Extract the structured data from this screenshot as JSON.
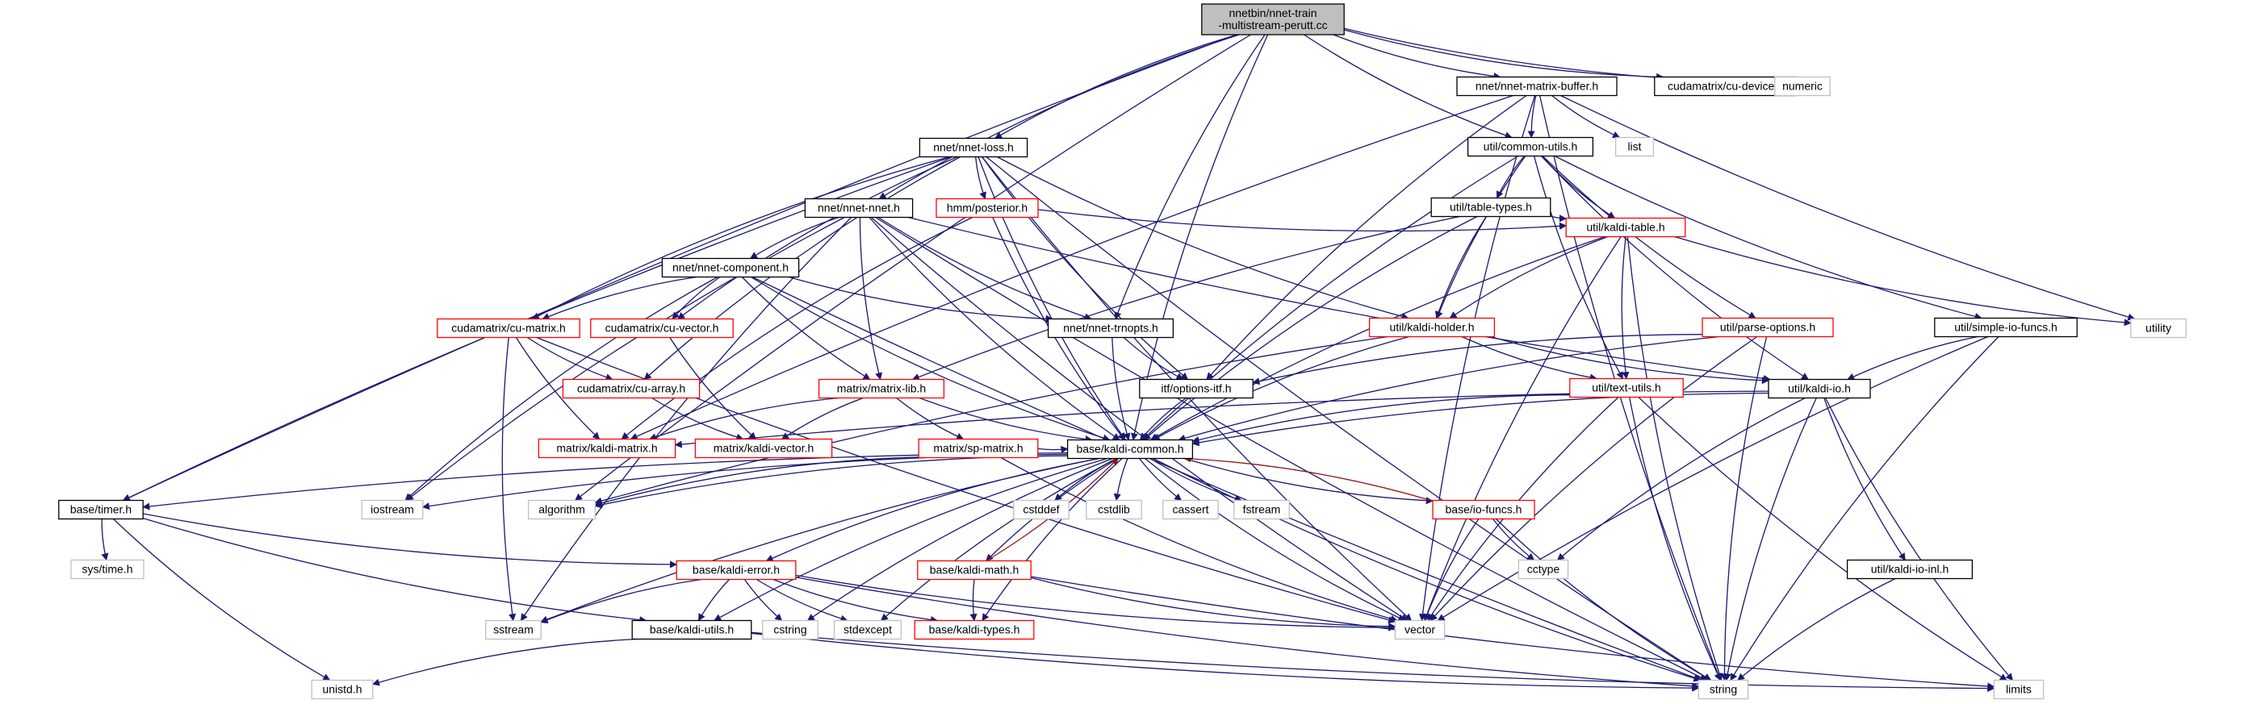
{
  "graph": {
    "root": "nnetbin/nnet-train-multistream-perutt.cc",
    "colors": {
      "root_fill": "#bfbfbf",
      "root_border": "#000000",
      "documented_border": "#000000",
      "with_members_border": "#ff0000",
      "external_border": "#bfbfbf",
      "edge": "#191970",
      "edge_reverse": "#8b1a1a"
    },
    "nodes": [
      {
        "id": "root",
        "lines": [
          "nnetbin/nnet-train",
          "-multistream-perutt.cc"
        ],
        "kind": "root"
      },
      {
        "id": "cudevice",
        "lines": [
          "cudamatrix/cu-device.h"
        ],
        "kind": "doc"
      },
      {
        "id": "numeric",
        "lines": [
          "numeric"
        ],
        "kind": "ext"
      },
      {
        "id": "nnetmatrixbuffer",
        "lines": [
          "nnet/nnet-matrix-buffer.h"
        ],
        "kind": "doc"
      },
      {
        "id": "nnetloss",
        "lines": [
          "nnet/nnet-loss.h"
        ],
        "kind": "doc"
      },
      {
        "id": "commonutils",
        "lines": [
          "util/common-utils.h"
        ],
        "kind": "doc"
      },
      {
        "id": "list",
        "lines": [
          "list"
        ],
        "kind": "ext"
      },
      {
        "id": "nnetnnet",
        "lines": [
          "nnet/nnet-nnet.h"
        ],
        "kind": "doc"
      },
      {
        "id": "posterior",
        "lines": [
          "hmm/posterior.h"
        ],
        "kind": "red"
      },
      {
        "id": "tabletypes",
        "lines": [
          "util/table-types.h"
        ],
        "kind": "doc"
      },
      {
        "id": "kalditable",
        "lines": [
          "util/kaldi-table.h"
        ],
        "kind": "red"
      },
      {
        "id": "nnetcomponent",
        "lines": [
          "nnet/nnet-component.h"
        ],
        "kind": "doc"
      },
      {
        "id": "cumatrix",
        "lines": [
          "cudamatrix/cu-matrix.h"
        ],
        "kind": "red"
      },
      {
        "id": "cuvector",
        "lines": [
          "cudamatrix/cu-vector.h"
        ],
        "kind": "red"
      },
      {
        "id": "nnettrnopts",
        "lines": [
          "nnet/nnet-trnopts.h"
        ],
        "kind": "doc"
      },
      {
        "id": "kaldiholder",
        "lines": [
          "util/kaldi-holder.h"
        ],
        "kind": "red"
      },
      {
        "id": "parseoptions",
        "lines": [
          "util/parse-options.h"
        ],
        "kind": "red"
      },
      {
        "id": "simpleiofuncs",
        "lines": [
          "util/simple-io-funcs.h"
        ],
        "kind": "doc"
      },
      {
        "id": "utility",
        "lines": [
          "utility"
        ],
        "kind": "ext"
      },
      {
        "id": "cuarray",
        "lines": [
          "cudamatrix/cu-array.h"
        ],
        "kind": "red"
      },
      {
        "id": "matrixlib",
        "lines": [
          "matrix/matrix-lib.h"
        ],
        "kind": "red"
      },
      {
        "id": "optionsitf",
        "lines": [
          "itf/options-itf.h"
        ],
        "kind": "doc"
      },
      {
        "id": "texttutils",
        "lines": [
          "util/text-utils.h"
        ],
        "kind": "red"
      },
      {
        "id": "kaldiio",
        "lines": [
          "util/kaldi-io.h"
        ],
        "kind": "doc"
      },
      {
        "id": "kaldimatrix",
        "lines": [
          "matrix/kaldi-matrix.h"
        ],
        "kind": "red"
      },
      {
        "id": "kaldivector",
        "lines": [
          "matrix/kaldi-vector.h"
        ],
        "kind": "red"
      },
      {
        "id": "spmatrix",
        "lines": [
          "matrix/sp-matrix.h"
        ],
        "kind": "red"
      },
      {
        "id": "kaldicommon",
        "lines": [
          "base/kaldi-common.h"
        ],
        "kind": "doc"
      },
      {
        "id": "timer",
        "lines": [
          "base/timer.h"
        ],
        "kind": "doc"
      },
      {
        "id": "iostream",
        "lines": [
          "iostream"
        ],
        "kind": "ext"
      },
      {
        "id": "algorithm",
        "lines": [
          "algorithm"
        ],
        "kind": "ext"
      },
      {
        "id": "cstddef",
        "lines": [
          "cstddef"
        ],
        "kind": "ext"
      },
      {
        "id": "cstdlib",
        "lines": [
          "cstdlib"
        ],
        "kind": "ext"
      },
      {
        "id": "cassert",
        "lines": [
          "cassert"
        ],
        "kind": "ext"
      },
      {
        "id": "fstream",
        "lines": [
          "fstream"
        ],
        "kind": "ext"
      },
      {
        "id": "iofuncs",
        "lines": [
          "base/io-funcs.h"
        ],
        "kind": "red"
      },
      {
        "id": "systime",
        "lines": [
          "sys/time.h"
        ],
        "kind": "ext"
      },
      {
        "id": "cctype",
        "lines": [
          "cctype"
        ],
        "kind": "ext"
      },
      {
        "id": "kaldiioinl",
        "lines": [
          "util/kaldi-io-inl.h"
        ],
        "kind": "doc"
      },
      {
        "id": "kaldierror",
        "lines": [
          "base/kaldi-error.h"
        ],
        "kind": "red"
      },
      {
        "id": "kaldimath",
        "lines": [
          "base/kaldi-math.h"
        ],
        "kind": "red"
      },
      {
        "id": "sstream",
        "lines": [
          "sstream"
        ],
        "kind": "ext"
      },
      {
        "id": "kaldiutils",
        "lines": [
          "base/kaldi-utils.h"
        ],
        "kind": "doc"
      },
      {
        "id": "cstring",
        "lines": [
          "cstring"
        ],
        "kind": "ext"
      },
      {
        "id": "stdexcept",
        "lines": [
          "stdexcept"
        ],
        "kind": "ext"
      },
      {
        "id": "kalditypes",
        "lines": [
          "base/kaldi-types.h"
        ],
        "kind": "red"
      },
      {
        "id": "vector",
        "lines": [
          "vector"
        ],
        "kind": "ext"
      },
      {
        "id": "unistd",
        "lines": [
          "unistd.h"
        ],
        "kind": "ext"
      },
      {
        "id": "string",
        "lines": [
          "string"
        ],
        "kind": "ext"
      },
      {
        "id": "limits",
        "lines": [
          "limits"
        ],
        "kind": "ext"
      }
    ],
    "edges": [
      [
        "root",
        "cudevice"
      ],
      [
        "root",
        "numeric"
      ],
      [
        "root",
        "nnetmatrixbuffer"
      ],
      [
        "root",
        "nnetloss"
      ],
      [
        "root",
        "commonutils"
      ],
      [
        "root",
        "nnetnnet"
      ],
      [
        "root",
        "nnettrnopts"
      ],
      [
        "root",
        "kaldicommon"
      ],
      [
        "root",
        "timer"
      ],
      [
        "root",
        "algorithm"
      ],
      [
        "nnetmatrixbuffer",
        "commonutils"
      ],
      [
        "nnetmatrixbuffer",
        "list"
      ],
      [
        "nnetmatrixbuffer",
        "utility"
      ],
      [
        "nnetmatrixbuffer",
        "vector"
      ],
      [
        "nnetmatrixbuffer",
        "string"
      ],
      [
        "nnetmatrixbuffer",
        "optionsitf"
      ],
      [
        "nnetmatrixbuffer",
        "kaldimatrix"
      ],
      [
        "nnetloss",
        "posterior"
      ],
      [
        "nnetloss",
        "cumatrix"
      ],
      [
        "nnetloss",
        "cuvector"
      ],
      [
        "nnetloss",
        "cuarray"
      ],
      [
        "nnetloss",
        "optionsitf"
      ],
      [
        "nnetloss",
        "kaldiholder"
      ],
      [
        "nnetloss",
        "kaldicommon"
      ],
      [
        "nnetloss",
        "vector"
      ],
      [
        "nnetloss",
        "timer"
      ],
      [
        "nnetloss",
        "string"
      ],
      [
        "commonutils",
        "tabletypes"
      ],
      [
        "commonutils",
        "kalditable"
      ],
      [
        "commonutils",
        "kaldiholder"
      ],
      [
        "commonutils",
        "parseoptions"
      ],
      [
        "commonutils",
        "simpleiofuncs"
      ],
      [
        "commonutils",
        "kaldiio"
      ],
      [
        "commonutils",
        "kaldicommon"
      ],
      [
        "commonutils",
        "texttutils"
      ],
      [
        "nnetnnet",
        "nnetcomponent"
      ],
      [
        "nnetnnet",
        "nnettrnopts"
      ],
      [
        "nnetnnet",
        "matrixlib"
      ],
      [
        "nnetnnet",
        "kaldicommon"
      ],
      [
        "nnetnnet",
        "iostream"
      ],
      [
        "nnetnnet",
        "sstream"
      ],
      [
        "nnetnnet",
        "string"
      ],
      [
        "nnetnnet",
        "vector"
      ],
      [
        "nnetnnet",
        "kaldiio"
      ],
      [
        "posterior",
        "kalditable"
      ],
      [
        "posterior",
        "kaldimatrix"
      ],
      [
        "posterior",
        "kaldicommon"
      ],
      [
        "tabletypes",
        "kalditable"
      ],
      [
        "tabletypes",
        "kaldiholder"
      ],
      [
        "tabletypes",
        "matrixlib"
      ],
      [
        "tabletypes",
        "kaldicommon"
      ],
      [
        "kalditable",
        "kaldiholder"
      ],
      [
        "kalditable",
        "kaldicommon"
      ],
      [
        "kalditable",
        "utility"
      ],
      [
        "kalditable",
        "vector"
      ],
      [
        "kalditable",
        "string"
      ],
      [
        "kalditable",
        "texttutils"
      ],
      [
        "nnetcomponent",
        "cumatrix"
      ],
      [
        "nnetcomponent",
        "cuvector"
      ],
      [
        "nnetcomponent",
        "nnettrnopts"
      ],
      [
        "nnetcomponent",
        "matrixlib"
      ],
      [
        "nnetcomponent",
        "kaldicommon"
      ],
      [
        "nnetcomponent",
        "iostream"
      ],
      [
        "nnetcomponent",
        "string"
      ],
      [
        "cumatrix",
        "cuarray"
      ],
      [
        "cumatrix",
        "kaldimatrix"
      ],
      [
        "cumatrix",
        "sstream"
      ],
      [
        "cumatrix",
        "vector"
      ],
      [
        "cuvector",
        "kaldivector"
      ],
      [
        "cuarray",
        "kaldivector"
      ],
      [
        "nnettrnopts",
        "optionsitf"
      ],
      [
        "nnettrnopts",
        "kaldicommon"
      ],
      [
        "kaldiholder",
        "kaldiio"
      ],
      [
        "kaldiholder",
        "texttutils"
      ],
      [
        "kaldiholder",
        "algorithm"
      ],
      [
        "kaldiholder",
        "kaldicommon"
      ],
      [
        "parseoptions",
        "optionsitf"
      ],
      [
        "parseoptions",
        "kaldicommon"
      ],
      [
        "parseoptions",
        "vector"
      ],
      [
        "parseoptions",
        "string"
      ],
      [
        "simpleiofuncs",
        "kaldiio"
      ],
      [
        "simpleiofuncs",
        "vector"
      ],
      [
        "simpleiofuncs",
        "string"
      ],
      [
        "matrixlib",
        "kaldimatrix"
      ],
      [
        "matrixlib",
        "kaldivector"
      ],
      [
        "matrixlib",
        "spmatrix"
      ],
      [
        "matrixlib",
        "kaldicommon"
      ],
      [
        "optionsitf",
        "kaldicommon"
      ],
      [
        "texttutils",
        "kaldicommon"
      ],
      [
        "texttutils",
        "string"
      ],
      [
        "texttutils",
        "vector"
      ],
      [
        "texttutils",
        "limits"
      ],
      [
        "kaldiio",
        "kaldicommon"
      ],
      [
        "kaldiio",
        "kaldiioinl"
      ],
      [
        "kaldiio",
        "cctype"
      ],
      [
        "kaldiio",
        "string"
      ],
      [
        "kaldiio",
        "limits"
      ],
      [
        "kaldiio",
        "kaldimatrix"
      ],
      [
        "spmatrix",
        "kaldicommon"
      ],
      [
        "spmatrix",
        "algorithm"
      ],
      [
        "spmatrix",
        "vector"
      ],
      [
        "kaldicommon",
        "timer"
      ],
      [
        "kaldicommon",
        "iostream"
      ],
      [
        "kaldicommon",
        "algorithm"
      ],
      [
        "kaldicommon",
        "cstddef"
      ],
      [
        "kaldicommon",
        "cstdlib"
      ],
      [
        "kaldicommon",
        "cassert"
      ],
      [
        "kaldicommon",
        "fstream"
      ],
      [
        "kaldicommon",
        "iofuncs"
      ],
      [
        "kaldicommon",
        "kaldierror"
      ],
      [
        "kaldicommon",
        "kaldimath"
      ],
      [
        "kaldicommon",
        "sstream"
      ],
      [
        "kaldicommon",
        "kaldiutils"
      ],
      [
        "kaldicommon",
        "cstring"
      ],
      [
        "kaldicommon",
        "stdexcept"
      ],
      [
        "kaldicommon",
        "kalditypes"
      ],
      [
        "kaldicommon",
        "vector"
      ],
      [
        "kaldicommon",
        "string"
      ],
      [
        "timer",
        "systime"
      ],
      [
        "timer",
        "unistd"
      ],
      [
        "timer",
        "kaldierror"
      ],
      [
        "timer",
        "kaldiutils"
      ],
      [
        "iofuncs",
        "cctype"
      ],
      [
        "iofuncs",
        "vector"
      ],
      [
        "iofuncs",
        "string"
      ],
      [
        "kaldiioinl",
        "string"
      ],
      [
        "kaldierror",
        "sstream"
      ],
      [
        "kaldierror",
        "kaldiutils"
      ],
      [
        "kaldierror",
        "cstring"
      ],
      [
        "kaldierror",
        "stdexcept"
      ],
      [
        "kaldierror",
        "kalditypes"
      ],
      [
        "kaldierror",
        "vector"
      ],
      [
        "kaldierror",
        "string"
      ],
      [
        "kaldimath",
        "kalditypes"
      ],
      [
        "kaldimath",
        "vector"
      ],
      [
        "kaldimath",
        "limits"
      ],
      [
        "kaldiutils",
        "unistd"
      ],
      [
        "kaldiutils",
        "string"
      ],
      [
        "kaldiutils",
        "limits"
      ]
    ],
    "reverse_edges": [
      [
        "iofuncs",
        "kaldicommon"
      ],
      [
        "kaldimath",
        "kaldicommon"
      ]
    ]
  }
}
